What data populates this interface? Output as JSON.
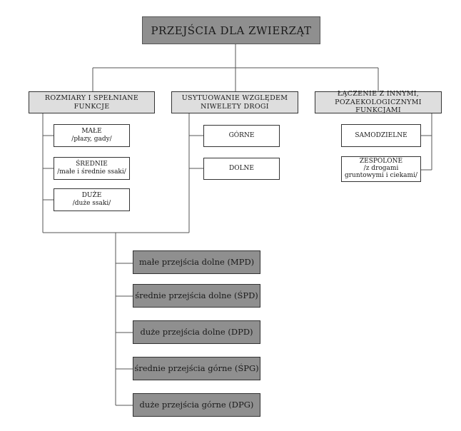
{
  "root": {
    "title": "PRZEJŚCIA DLA ZWIERZĄT"
  },
  "categories": {
    "size": {
      "label": "ROZMIARY I SPEŁNIANE FUNKCJE"
    },
    "position": {
      "line1": "USYTUOWANIE WZGLĘDEM",
      "line2": "NIWELETY DROGI"
    },
    "combining": {
      "line1": "ŁĄCZENIE Z INNYMI,",
      "line2": "POZAEKOLOGICZNYMI FUNKCJAMI"
    }
  },
  "size_items": [
    {
      "line1": "MAŁE",
      "line2": "/płazy, gady/"
    },
    {
      "line1": "ŚREDNIE",
      "line2": "/małe i średnie ssaki/"
    },
    {
      "line1": "DUŻE",
      "line2": "/duże ssaki/"
    }
  ],
  "position_items": [
    {
      "label": "GÓRNE"
    },
    {
      "label": "DOLNE"
    }
  ],
  "combining_items": [
    {
      "line1": "SAMODZIELNE"
    },
    {
      "line1": "ZESPOLONE",
      "line2": "/z drogami",
      "line3": "gruntowymi i ciekami/"
    }
  ],
  "types": [
    {
      "label": "małe przejścia dolne (MPD)"
    },
    {
      "label": "średnie przejścia dolne (ŚPD)"
    },
    {
      "label": "duże przejścia dolne (DPD)"
    },
    {
      "label": "średnie przejścia górne (ŚPG)"
    },
    {
      "label": "duże przejścia górne (DPG)"
    }
  ],
  "colors": {
    "dark_box": "#8f8f8f",
    "light_box": "#dedede",
    "line": "#555555"
  }
}
